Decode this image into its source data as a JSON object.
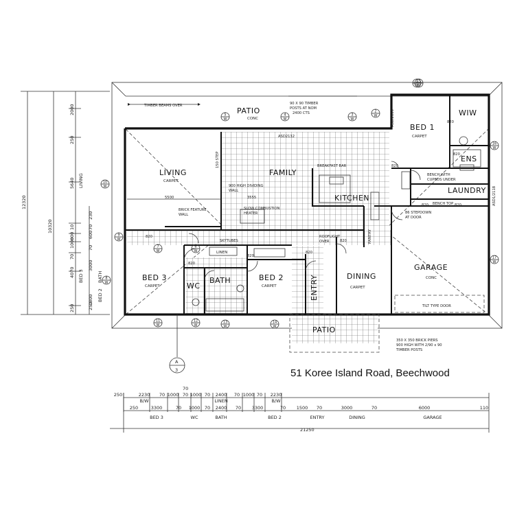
{
  "address": "51 Koree Island Road, Beechwood",
  "rooms": {
    "patio_top": "PATIO",
    "patio_top_sub": "CONC",
    "bed1": "BED 1",
    "bed1_sub": "CARPET",
    "wiw": "WIW",
    "ens": "ENS",
    "laundry": "LAUNDRY",
    "living": "LIVING",
    "living_sub": "CARPET",
    "family": "FAMILY",
    "kitchen": "KITCHEN",
    "bed3": "BED 3",
    "bed3_sub": "CARPET",
    "wc": "WC",
    "bath": "BATH",
    "bed2": "BED 2",
    "bed2_sub": "CARPET",
    "entry": "ENTRY",
    "dining": "DINING",
    "dining_sub": "CARPET",
    "garage": "GARAGE",
    "garage_sub": "CONC",
    "patio_bottom": "PATIO",
    "linen": "LINEN",
    "pantry": "PANTRY"
  },
  "notes": {
    "timber_beams": "TIMBER BEAMS OVER",
    "posts_1": "90 X 90 TIMBER",
    "posts_2": "POSTS AT NOM",
    "posts_3": "2400 CTS",
    "asd2132": "ASD2132",
    "breakfast_bar": "BREAKFAST BAR",
    "step": "150 STEP",
    "dividing_1": "900 HIGH DIVIDING",
    "dividing_2": "WALL",
    "brick_1": "BRICK FEATURE",
    "brick_2": "WALL",
    "slow_1": "SLOW COMBUSTION",
    "slow_2": "HEATER",
    "skytubes": "SKYTUBES",
    "rooflight_1": "ROOFLIGHT",
    "rooflight_2": "OVER",
    "bench_1": "BENCH WITH",
    "bench_2": "CUPBDS UNDER",
    "bench_top": "BENCH TOP",
    "stepdown_1": "86 STEPDOWN",
    "stepdown_2": "AT DOOR",
    "tilt_door": "TILT TYPE DOOR",
    "piers_1": "350 X 350 BRICK PIERS",
    "piers_2": "900 HIGH WITH 2/90 x 90",
    "piers_3": "TIMBER POSTS",
    "w_5500": "5500",
    "w_3555": "3555",
    "asd_right_1": "ASD1/2118",
    "asd_right_2": "ASD/2116",
    "section_a": "A",
    "section_3": "3"
  },
  "window_marks": [
    "1",
    "2",
    "3",
    "4",
    "5",
    "6",
    "7",
    "8",
    "9",
    "10",
    "11",
    "12",
    "13",
    "14",
    "15",
    "16",
    "17"
  ],
  "window_mark_letter": "W",
  "dimensions": {
    "top_row": [
      "250",
      "2230",
      "70",
      "1000",
      "70",
      "1000",
      "70",
      "2400",
      "70",
      "1000",
      "70",
      "2230"
    ],
    "top_row_center": "70",
    "top_row_labels": [
      "B/W",
      "LINEN",
      "B/W"
    ],
    "bottom_row": [
      "250",
      "3300",
      "70",
      "1000",
      "70",
      "2400",
      "70",
      "3300",
      "70",
      "1500",
      "70",
      "3000",
      "70",
      "6000",
      "110"
    ],
    "bottom_row_labels": [
      "BED 3",
      "WC",
      "BATH",
      "BED 2",
      "ENTRY",
      "DINING",
      "GARAGE"
    ],
    "total": "21250",
    "left_outer": "12320",
    "left_mid": "10320",
    "left_col1": [
      "2000",
      "250",
      "5640",
      "10",
      "600",
      "1000",
      "70",
      "4070",
      "250"
    ],
    "left_col1_labels": [
      "LIVING",
      "BED 3"
    ],
    "left_col2": [
      "230",
      "70",
      "600",
      "3000",
      "1800",
      "70",
      "250"
    ],
    "left_col2_labels": [
      "BATH",
      "BED 2"
    ],
    "sub_codes": [
      "820",
      "820",
      "820",
      "820",
      "820",
      "820",
      "820",
      "820",
      "820",
      "820"
    ]
  }
}
